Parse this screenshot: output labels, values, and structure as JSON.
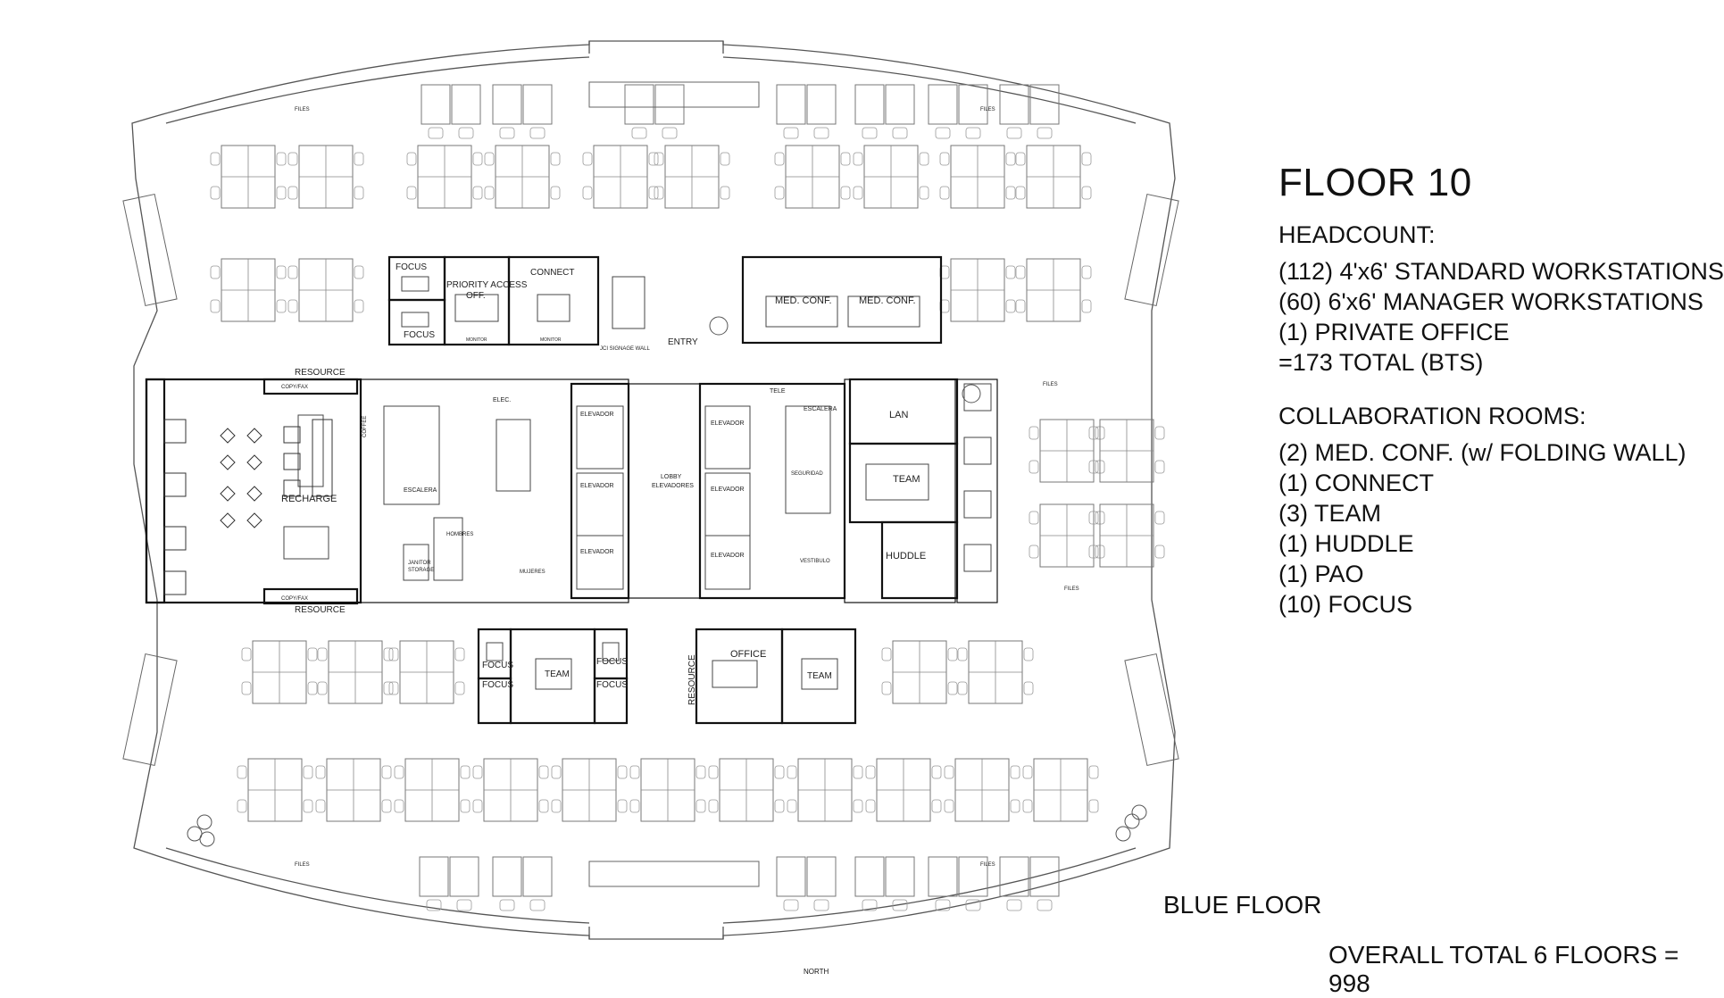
{
  "floor_title": "FLOOR 10",
  "headcount": {
    "heading": "HEADCOUNT:",
    "lines": [
      "(112) 4'x6' STANDARD WORKSTATIONS",
      "(60) 6'x6' MANAGER WORKSTATIONS",
      "(1) PRIVATE OFFICE",
      "=173 TOTAL (BTS)"
    ]
  },
  "collaboration": {
    "heading": "COLLABORATION ROOMS:",
    "lines": [
      "(2) MED. CONF. (w/ FOLDING WALL)",
      "(1) CONNECT",
      "(3) TEAM",
      "(1) HUDDLE",
      "(1) PAO",
      "(10) FOCUS"
    ]
  },
  "floor_color_label": "BLUE FLOOR",
  "overall_total": "OVERALL TOTAL 6 FLOORS = 998",
  "room_labels": {
    "focus": "FOCUS",
    "priority_access": "PRIORITY ACCESS",
    "priority_access_2": "OFF.",
    "connect": "CONNECT",
    "entry": "ENTRY",
    "med_conf": "MED. CONF.",
    "resource": "RESOURCE",
    "recharge": "RECHARGE",
    "lobby": "LOBBY",
    "lobby_2": "ELEVADORES",
    "elevador": "ELEVADOR",
    "escalera": "ESCALERA",
    "elec": "ELEC.",
    "tele": "TELE",
    "lan": "LAN",
    "team": "TEAM",
    "huddle": "HUDDLE",
    "office": "OFFICE",
    "hombres": "HOMBRES",
    "mujeres": "MUJERES",
    "vestibulo": "VESTIBULO",
    "seguridad": "SEGURIDAD",
    "janitor": "JANITOR",
    "storage": "STORAGE",
    "files": "FILES",
    "coffee": "COFFEE",
    "copy_fax": "COPY/FAX",
    "monitor": "MONITOR",
    "signage_wall": "JCI SIGNAGE WALL",
    "north": "NORTH"
  }
}
